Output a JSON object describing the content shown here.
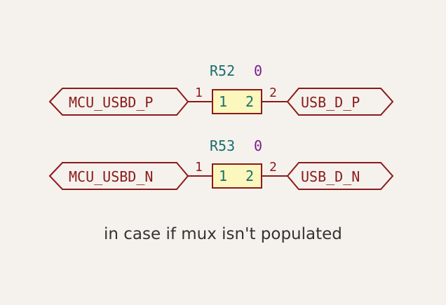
{
  "colors": {
    "background": "#f5f2ed",
    "wire": "#8b1a1a",
    "label_text": "#8b1a1a",
    "ref_text": "#1a6e6e",
    "value_text": "#7a1a8b",
    "pin_number_text": "#8b1a1a",
    "body_fill": "#fbf7bd",
    "body_stroke": "#8b1a1a",
    "pad_text": "#1a6e6e",
    "note_text": "#333333"
  },
  "resistors": [
    {
      "ref": "R52",
      "value": "0",
      "pad1": "1",
      "pad2": "2",
      "pin_left_number": "1",
      "pin_right_number": "2",
      "left_label": "MCU_USBD_P",
      "right_label": "USB_D_P"
    },
    {
      "ref": "R53",
      "value": "0",
      "pad1": "1",
      "pad2": "2",
      "pin_left_number": "1",
      "pin_right_number": "2",
      "left_label": "MCU_USBD_N",
      "right_label": "USB_D_N"
    }
  ],
  "note": "in case if mux isn't populated"
}
